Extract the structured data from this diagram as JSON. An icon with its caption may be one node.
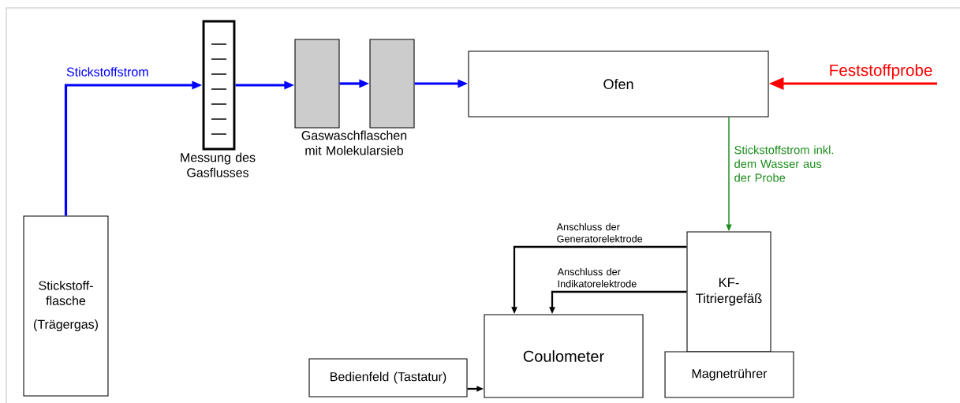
{
  "diagram": {
    "nodes": [
      {
        "text": [
          "Stickstoff- flasche",
          "(Trägergas)"
        ]
      },
      {
        "text": [],
        "shape": "box",
        "beside": [
          "Messung des Gasflusses"
        ]
      },
      {
        "text": [],
        "shape": "box"
      },
      {
        "text": [],
        "shape": "box"
      },
      {
        "text": [
          "Ofen"
        ]
      },
      {
        "text": [
          "Feststoffprobe"
        ]
      },
      {
        "text": [
          "KF- Titriergefäß"
        ]
      },
      {
        "text": [
          "Magnetrührer"
        ]
      },
      {
        "text": [
          "Coulometer"
        ]
      },
      {
        "text": [
          "Bedienfeld (Tastatur)"
        ]
      }
    ],
    "edges": [
      {
        "from": 0,
        "to": 1,
        "arrow": "to",
        "label": "Stickstoffstrom",
        "color": "#0000ff"
      },
      {
        "from": 1,
        "to": 2,
        "arrow": "to",
        "color": "#0000ff"
      },
      {
        "from": 2,
        "to": 3,
        "arrow": "to",
        "color": "#0000ff"
      },
      {
        "from": 3,
        "to": 4,
        "arrow": "to",
        "color": "#0000ff"
      },
      {
        "from": 5,
        "to": 4,
        "arrow": "to",
        "color": "#ff0000"
      },
      {
        "from": 4,
        "to": 6,
        "arrow": "to",
        "label": "Stickstoffstrom inkl. dem Wasser aus der Probe",
        "color": "#1a8c1a"
      },
      {
        "from": 6,
        "to": 8,
        "arrow": "to",
        "label": "Anschluss der Generatorelektrode",
        "color": "#000000"
      },
      {
        "from": 6,
        "to": 8,
        "arrow": "to",
        "label": "Anschluss der Indikatorelektrode",
        "color": "#000000"
      },
      {
        "from": 9,
        "to": 8,
        "arrow": "to",
        "color": "#000000"
      }
    ],
    "labels": [
      "Gaswaschflaschen mit Molekularsieb"
    ]
  }
}
